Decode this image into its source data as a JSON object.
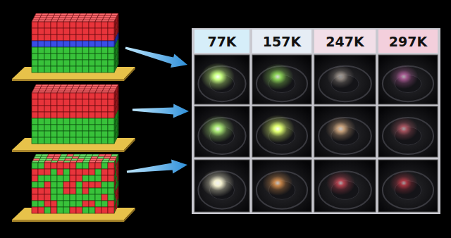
{
  "diagram": {
    "nodes": [
      {
        "text": [
          "77K"
        ]
      },
      {
        "text": [
          "157K"
        ]
      },
      {
        "text": [
          "247K"
        ]
      },
      {
        "text": [
          "297K"
        ]
      }
    ]
  }
}
